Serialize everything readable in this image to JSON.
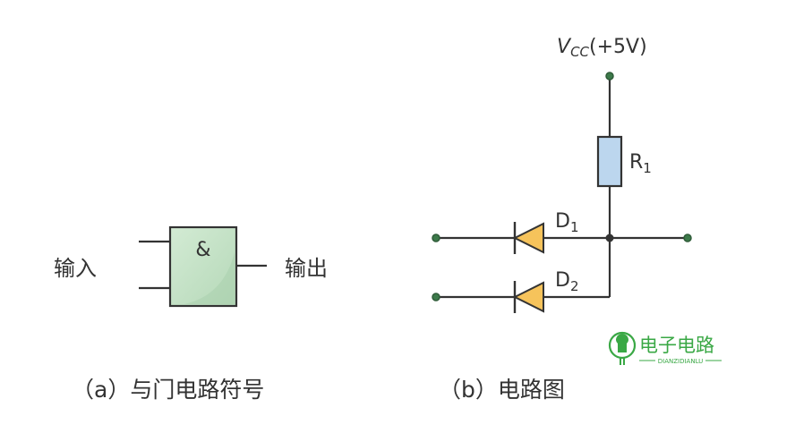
{
  "gate_symbol": {
    "gate_label": "&",
    "input_label": "输入",
    "output_label": "输出",
    "caption": "（a）与门电路符号",
    "fill_color": "#c8e6c9",
    "stroke_color": "#333333"
  },
  "circuit": {
    "vcc_label": "V",
    "vcc_subscript": "CC",
    "vcc_value": "(+5V)",
    "resistor_label": "R",
    "resistor_subscript": "1",
    "diode1_label": "D",
    "diode1_subscript": "1",
    "diode2_label": "D",
    "diode2_subscript": "2",
    "caption": "（b）电路图",
    "resistor_color": "#bcd6ee",
    "diode_color": "#f6c35b",
    "node_color": "#3d7a4a"
  },
  "watermark": {
    "cn_text": "电子电路",
    "en_text": "DIANZIDIANLU",
    "color": "#3aa845"
  }
}
